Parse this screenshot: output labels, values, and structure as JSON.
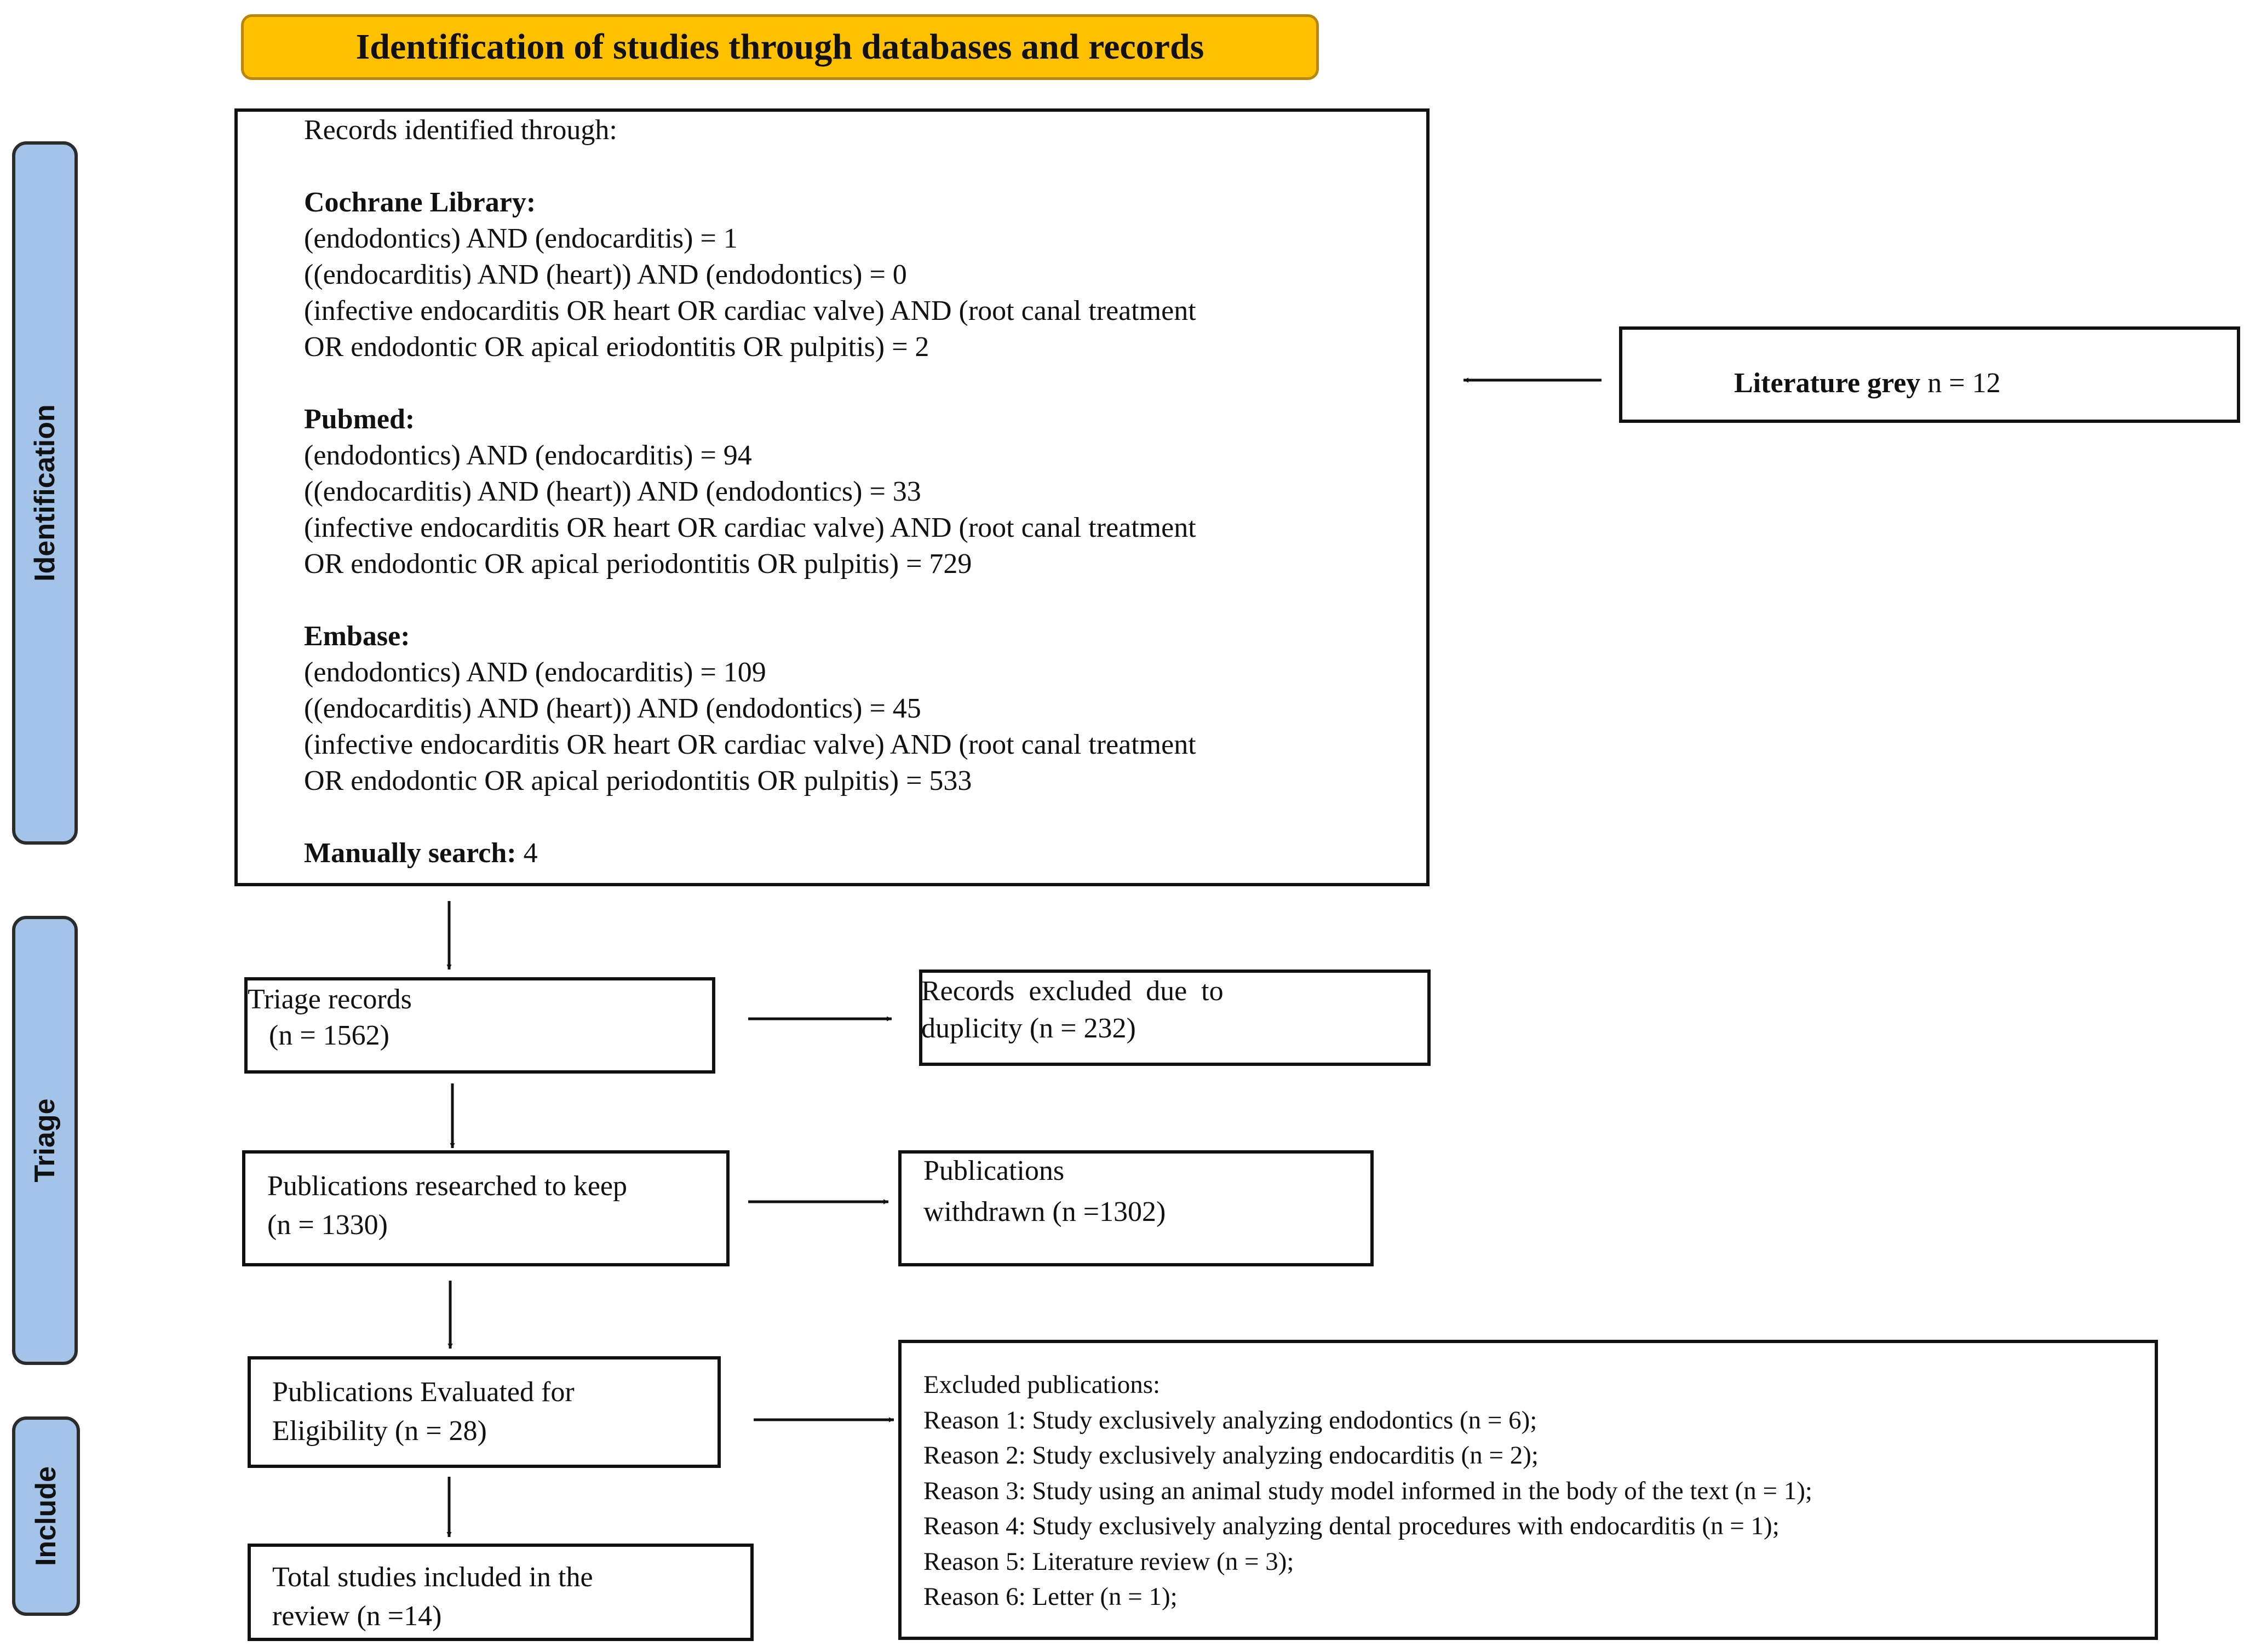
{
  "title": "Identification of studies through databases and records",
  "colors": {
    "banner": "#ffc000",
    "side_tabs": "#a3c4e8",
    "lines": "#111111"
  },
  "phases": {
    "identification": "Identification",
    "triage": "Triage",
    "include": "Include"
  },
  "identification_box": {
    "intro": "Records identified through:",
    "cochrane": {
      "heading": "Cochrane Library:",
      "lines": [
        "(endodontics) AND (endocarditis) = 1",
        "((endocarditis) AND (heart)) AND (endodontics) = 0",
        "(infective endocarditis OR heart OR cardiac valve) AND (root canal treatment",
        "OR endodontic OR apical eriodontitis OR pulpitis) = 2"
      ]
    },
    "pubmed": {
      "heading": "Pubmed:",
      "lines": [
        "(endodontics) AND (endocarditis) = 94",
        "((endocarditis) AND (heart)) AND (endodontics) = 33",
        "(infective endocarditis OR heart OR cardiac valve) AND (root canal treatment",
        "OR endodontic OR apical periodontitis OR pulpitis) = 729"
      ]
    },
    "embase": {
      "heading": "Embase:",
      "lines": [
        "(endodontics) AND (endocarditis) = 109",
        "((endocarditis) AND (heart)) AND (endodontics) = 45",
        "(infective endocarditis OR heart OR cardiac valve) AND (root canal treatment",
        "OR endodontic OR apical periodontitis OR pulpitis) = 533"
      ]
    },
    "manual": {
      "heading": "Manually search:",
      "value": " 4"
    }
  },
  "grey_literature": {
    "label": "Literature grey",
    "value": " n = 12"
  },
  "triage_records": {
    "line1": "Triage records",
    "line2": "(n = 1562)"
  },
  "duplicates_excluded": {
    "line1": "Records  excluded  due  to",
    "line2": "duplicity (n = 232)"
  },
  "researched_to_keep": {
    "line1": "Publications researched to keep",
    "line2": "(n = 1330)"
  },
  "withdrawn": {
    "line1": "Publications",
    "line2": "withdrawn (n =1302)"
  },
  "evaluated": {
    "line1": "Publications Evaluated for",
    "line2": "Eligibility (n = 28)"
  },
  "included": {
    "line1": "Total studies included in the",
    "line2": "review (n =14)"
  },
  "excluded_publications": {
    "heading": "Excluded publications:",
    "reasons": [
      "Reason 1: Study exclusively analyzing endodontics (n = 6);",
      "Reason 2: Study exclusively analyzing endocarditis (n = 2);",
      "Reason 3: Study using an animal study model informed in the body of the text (n = 1);",
      "Reason 4: Study exclusively analyzing dental procedures with endocarditis (n = 1);",
      "Reason 5: Literature review (n = 3);",
      "Reason 6: Letter (n = 1);"
    ]
  }
}
